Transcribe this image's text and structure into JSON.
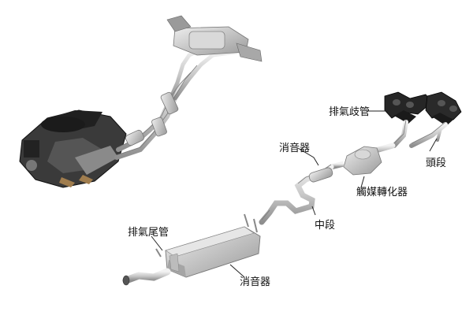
{
  "labels": {
    "exhaust_manifold": "排氣歧管",
    "muffler_upper": "消音器",
    "head_section": "頭段",
    "catalytic_converter": "觸媒轉化器",
    "middle_section": "中段",
    "tailpipe": "排氣尾管",
    "muffler_lower": "消音器"
  },
  "colors": {
    "background": "#ffffff",
    "pipe_metal": "#cfcfcf",
    "engine_dark": "#2f2f2f",
    "manifold_dark": "#1f1f1f",
    "leader_line": "#222222",
    "text": "#111111"
  },
  "icons": [
    "engine-icon",
    "exhaust-manifold-icon",
    "catalytic-converter-icon",
    "muffler-icon",
    "tailpipe-icon"
  ]
}
